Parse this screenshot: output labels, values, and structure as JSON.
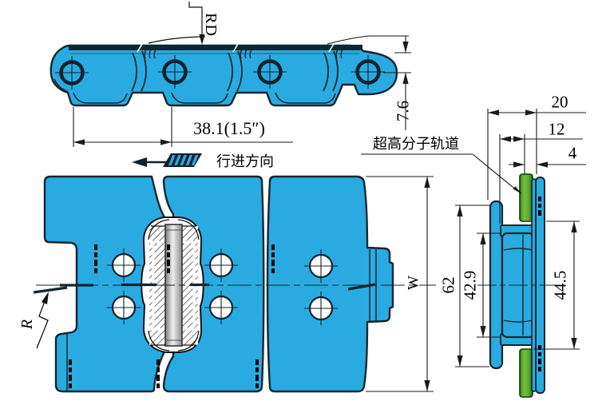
{
  "side_view": {
    "rd_label": "RD",
    "pitch_dim": "38.1(1.5″)",
    "thickness_dim": "7.6"
  },
  "plan_view": {
    "travel_direction_label": "行进方向",
    "width_label": "W",
    "radius_label": "R"
  },
  "section_view": {
    "track_label": "超高分子轨道",
    "overall_thickness_dim": "20",
    "mid_thickness_dim": "12",
    "small_thickness_dim": "4",
    "plate_width_dim": "62",
    "inner_width_dim": "42.9",
    "outer_width_dim": "44.5"
  },
  "colors": {
    "chain_fill": "#29abe2",
    "outline": "#14262f",
    "top_edge_dark": "#0b2836",
    "rail_green": "#55ad2b",
    "pin_gray": "#c9c9c9",
    "dim_line": "#1a1a1a"
  }
}
